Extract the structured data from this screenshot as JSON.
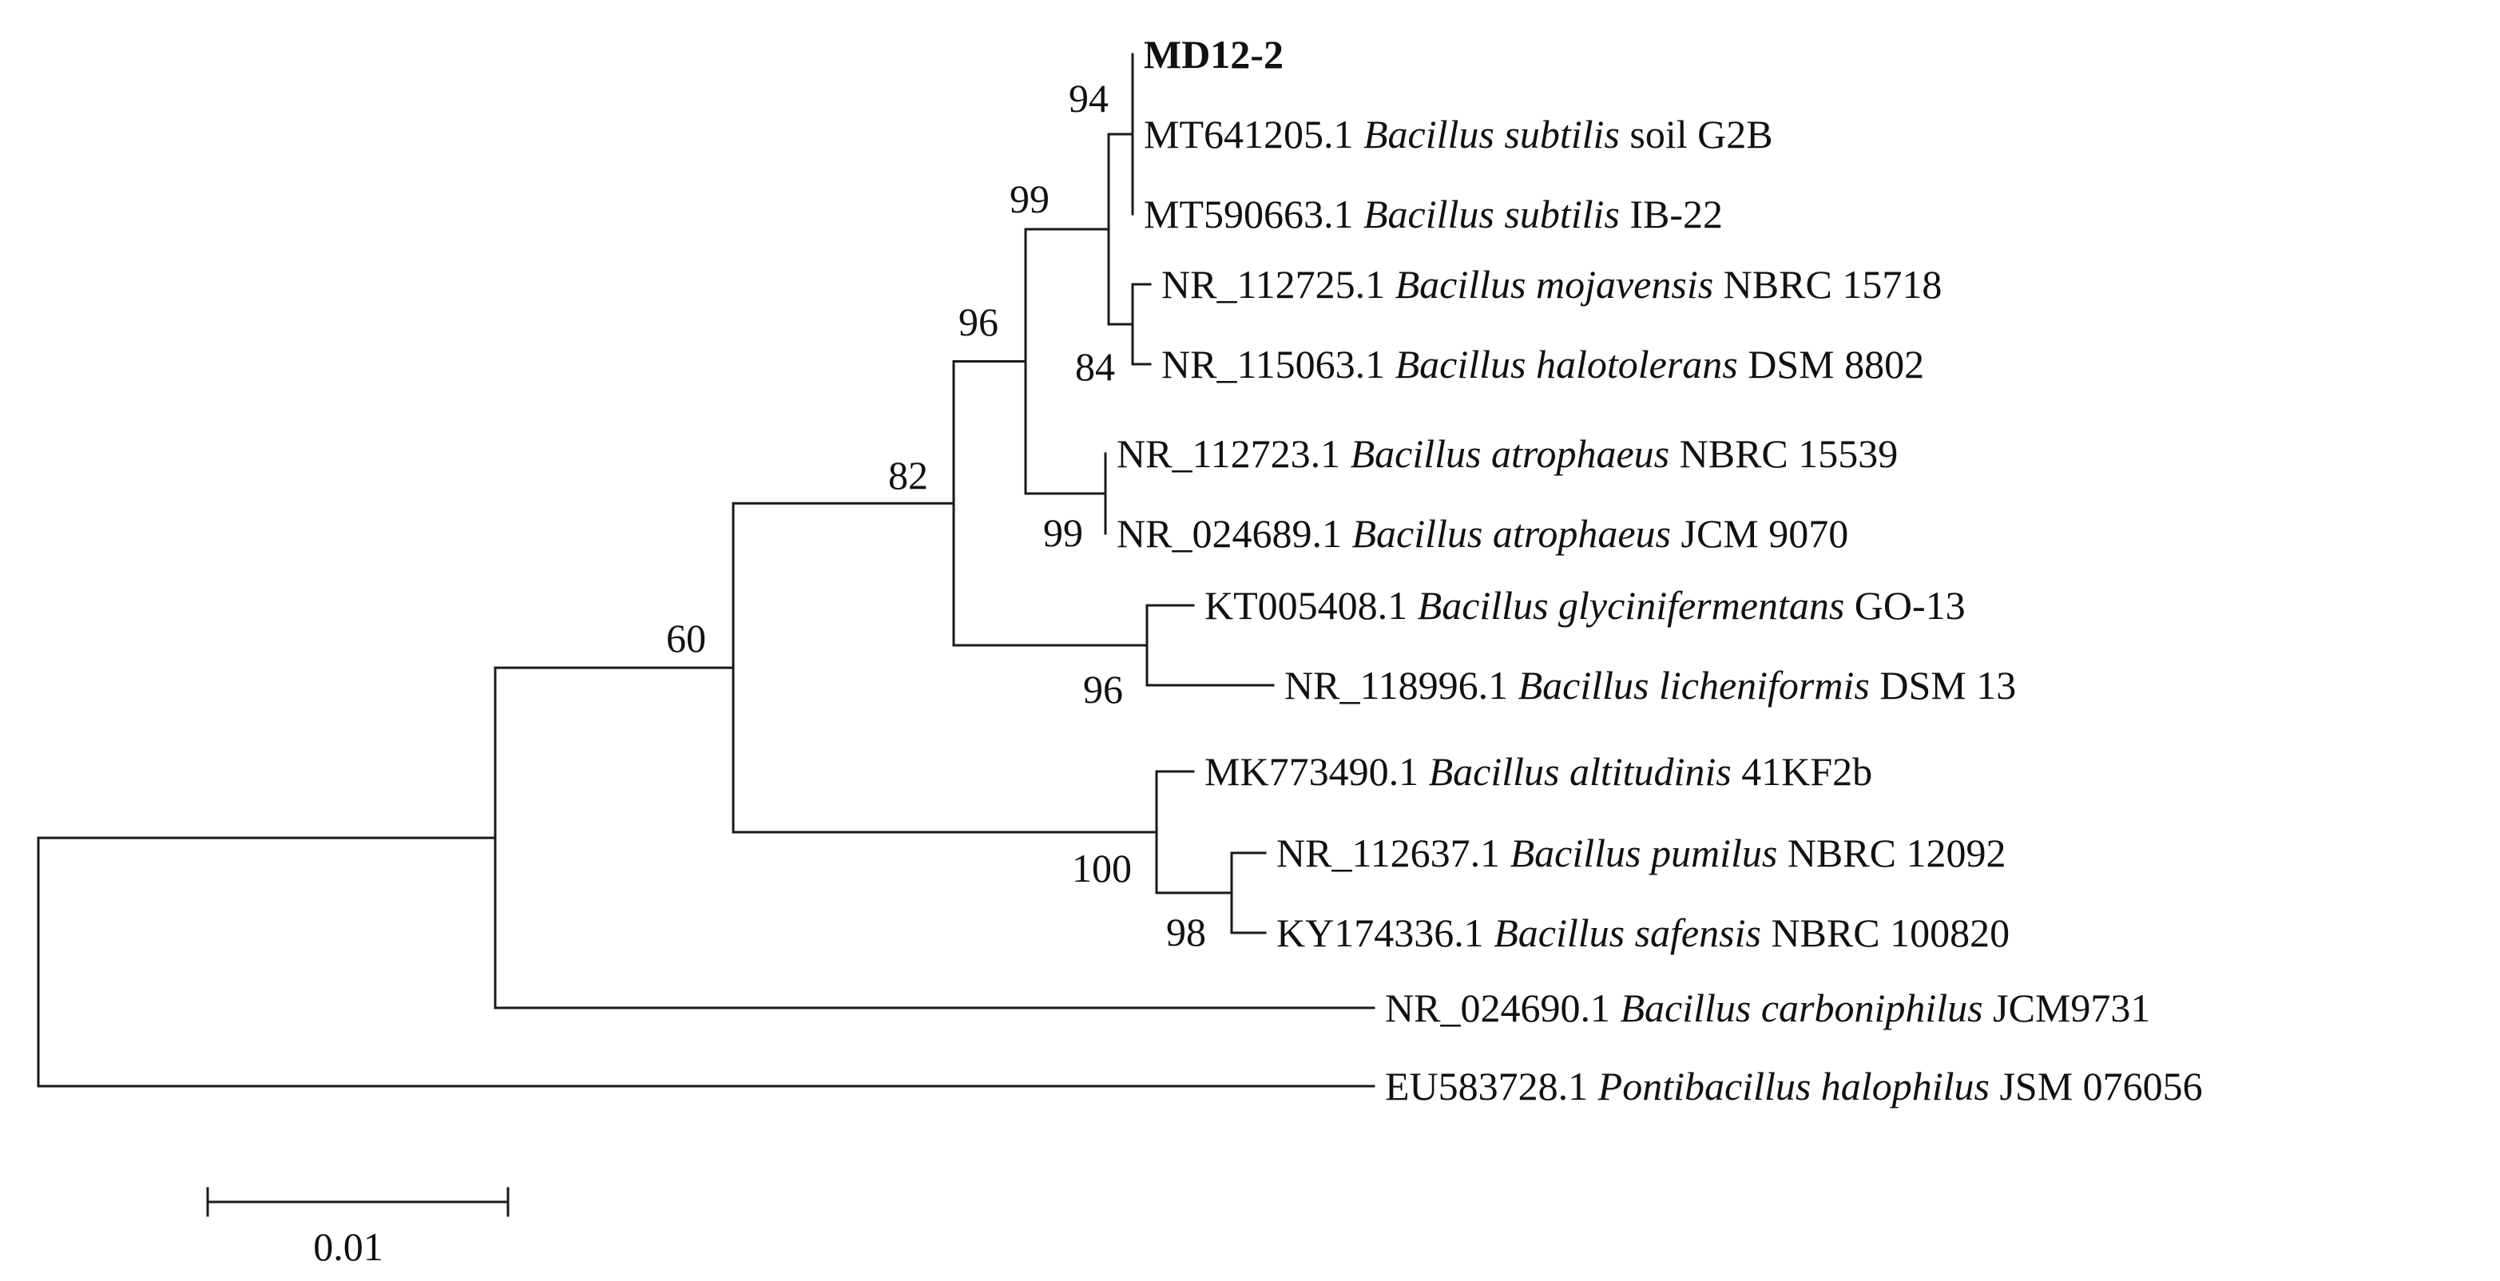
{
  "tree": {
    "leaves": [
      {
        "id": "L1",
        "accession": "MD12-2",
        "species": "",
        "strain": "",
        "bold": true
      },
      {
        "id": "L2",
        "accession": "MT641205.1",
        "species": "Bacillus subtilis",
        "strain": "soil G2B"
      },
      {
        "id": "L3",
        "accession": "MT590663.1",
        "species": "Bacillus subtilis",
        "strain": "IB-22"
      },
      {
        "id": "L4",
        "accession": "NR_112725.1",
        "species": "Bacillus mojavensis",
        "strain": "NBRC 15718"
      },
      {
        "id": "L5",
        "accession": "NR_115063.1",
        "species": "Bacillus halotolerans",
        "strain": "DSM 8802"
      },
      {
        "id": "L6",
        "accession": "NR_112723.1",
        "species": "Bacillus atrophaeus",
        "strain": "NBRC 15539"
      },
      {
        "id": "L7",
        "accession": "NR_024689.1",
        "species": "Bacillus atrophaeus",
        "strain": "JCM 9070"
      },
      {
        "id": "L8",
        "accession": "KT005408.1",
        "species": "Bacillus glycinifermentans",
        "strain": "GO-13"
      },
      {
        "id": "L9",
        "accession": "NR_118996.1",
        "species": "Bacillus licheniformis",
        "strain": "DSM 13"
      },
      {
        "id": "L10",
        "accession": "MK773490.1",
        "species": "Bacillus altitudinis",
        "strain": "41KF2b"
      },
      {
        "id": "L11",
        "accession": "NR_112637.1",
        "species": "Bacillus pumilus",
        "strain": "NBRC 12092"
      },
      {
        "id": "L12",
        "accession": "KY174336.1",
        "species": "Bacillus safensis",
        "strain": "NBRC 100820"
      },
      {
        "id": "L13",
        "accession": "NR_024690.1",
        "species": "Bacillus carboniphilus",
        "strain": "JCM9731"
      },
      {
        "id": "L14",
        "accession": "EU583728.1",
        "species": "Pontibacillus halophilus",
        "strain": "JSM 076056"
      }
    ],
    "bootstrap_values": {
      "n_sub": "94",
      "n_subclade": "99",
      "n_mojhal": "84",
      "n_atro": "99",
      "n_core": "96",
      "n_glylich": "96",
      "n_grpA": "82",
      "n_pumsaf": "98",
      "n_grpB": "100",
      "n_bac": "60"
    },
    "scale_bar": {
      "label": "0.01",
      "value": 0.01
    }
  }
}
